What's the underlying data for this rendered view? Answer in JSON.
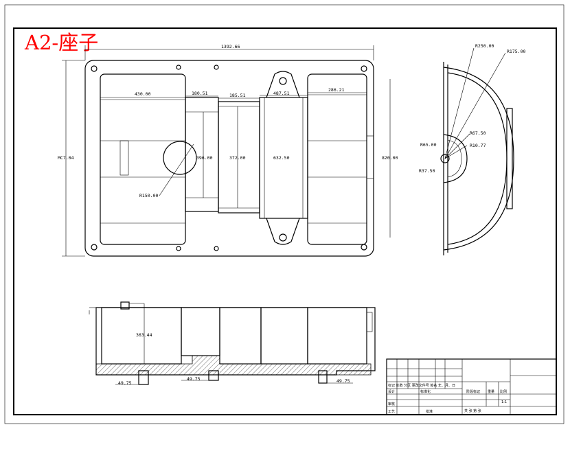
{
  "title": "A2-座子",
  "plan_view": {
    "overall_width": "1392.66",
    "overall_height": "MC7.04",
    "inner_height": "820.00",
    "left_chamber_width": "430.00",
    "neck_a": "180.51",
    "neck_b": "185.51",
    "flange_a": "487.51",
    "right_chamber_width": "286.21",
    "diam_a": "396.00",
    "diam_b": "372.00",
    "diam_c": "632.50",
    "hole_radius": "R150.00"
  },
  "side_view": {
    "outer_radius": "R250.00",
    "large_radius": "R175.00",
    "r1": "R67.50",
    "r2": "R65.00",
    "r3": "R10.77",
    "r4": "R37.50"
  },
  "section_view": {
    "height": "363.44",
    "foot_a": "49.75",
    "foot_b": "49.75",
    "foot_c": "49.75"
  },
  "title_block": {
    "label_a": "标记 处数 分区 更改文件号 签名 年、月、日",
    "label_b": "设计",
    "label_c": "标准化",
    "label_d": "阶段标记",
    "label_e": "重量",
    "label_f": "比例",
    "label_g": "审核",
    "label_h": "工艺",
    "label_i": "批准",
    "label_j": "共 张 第 张",
    "scale_value": "1:1"
  }
}
